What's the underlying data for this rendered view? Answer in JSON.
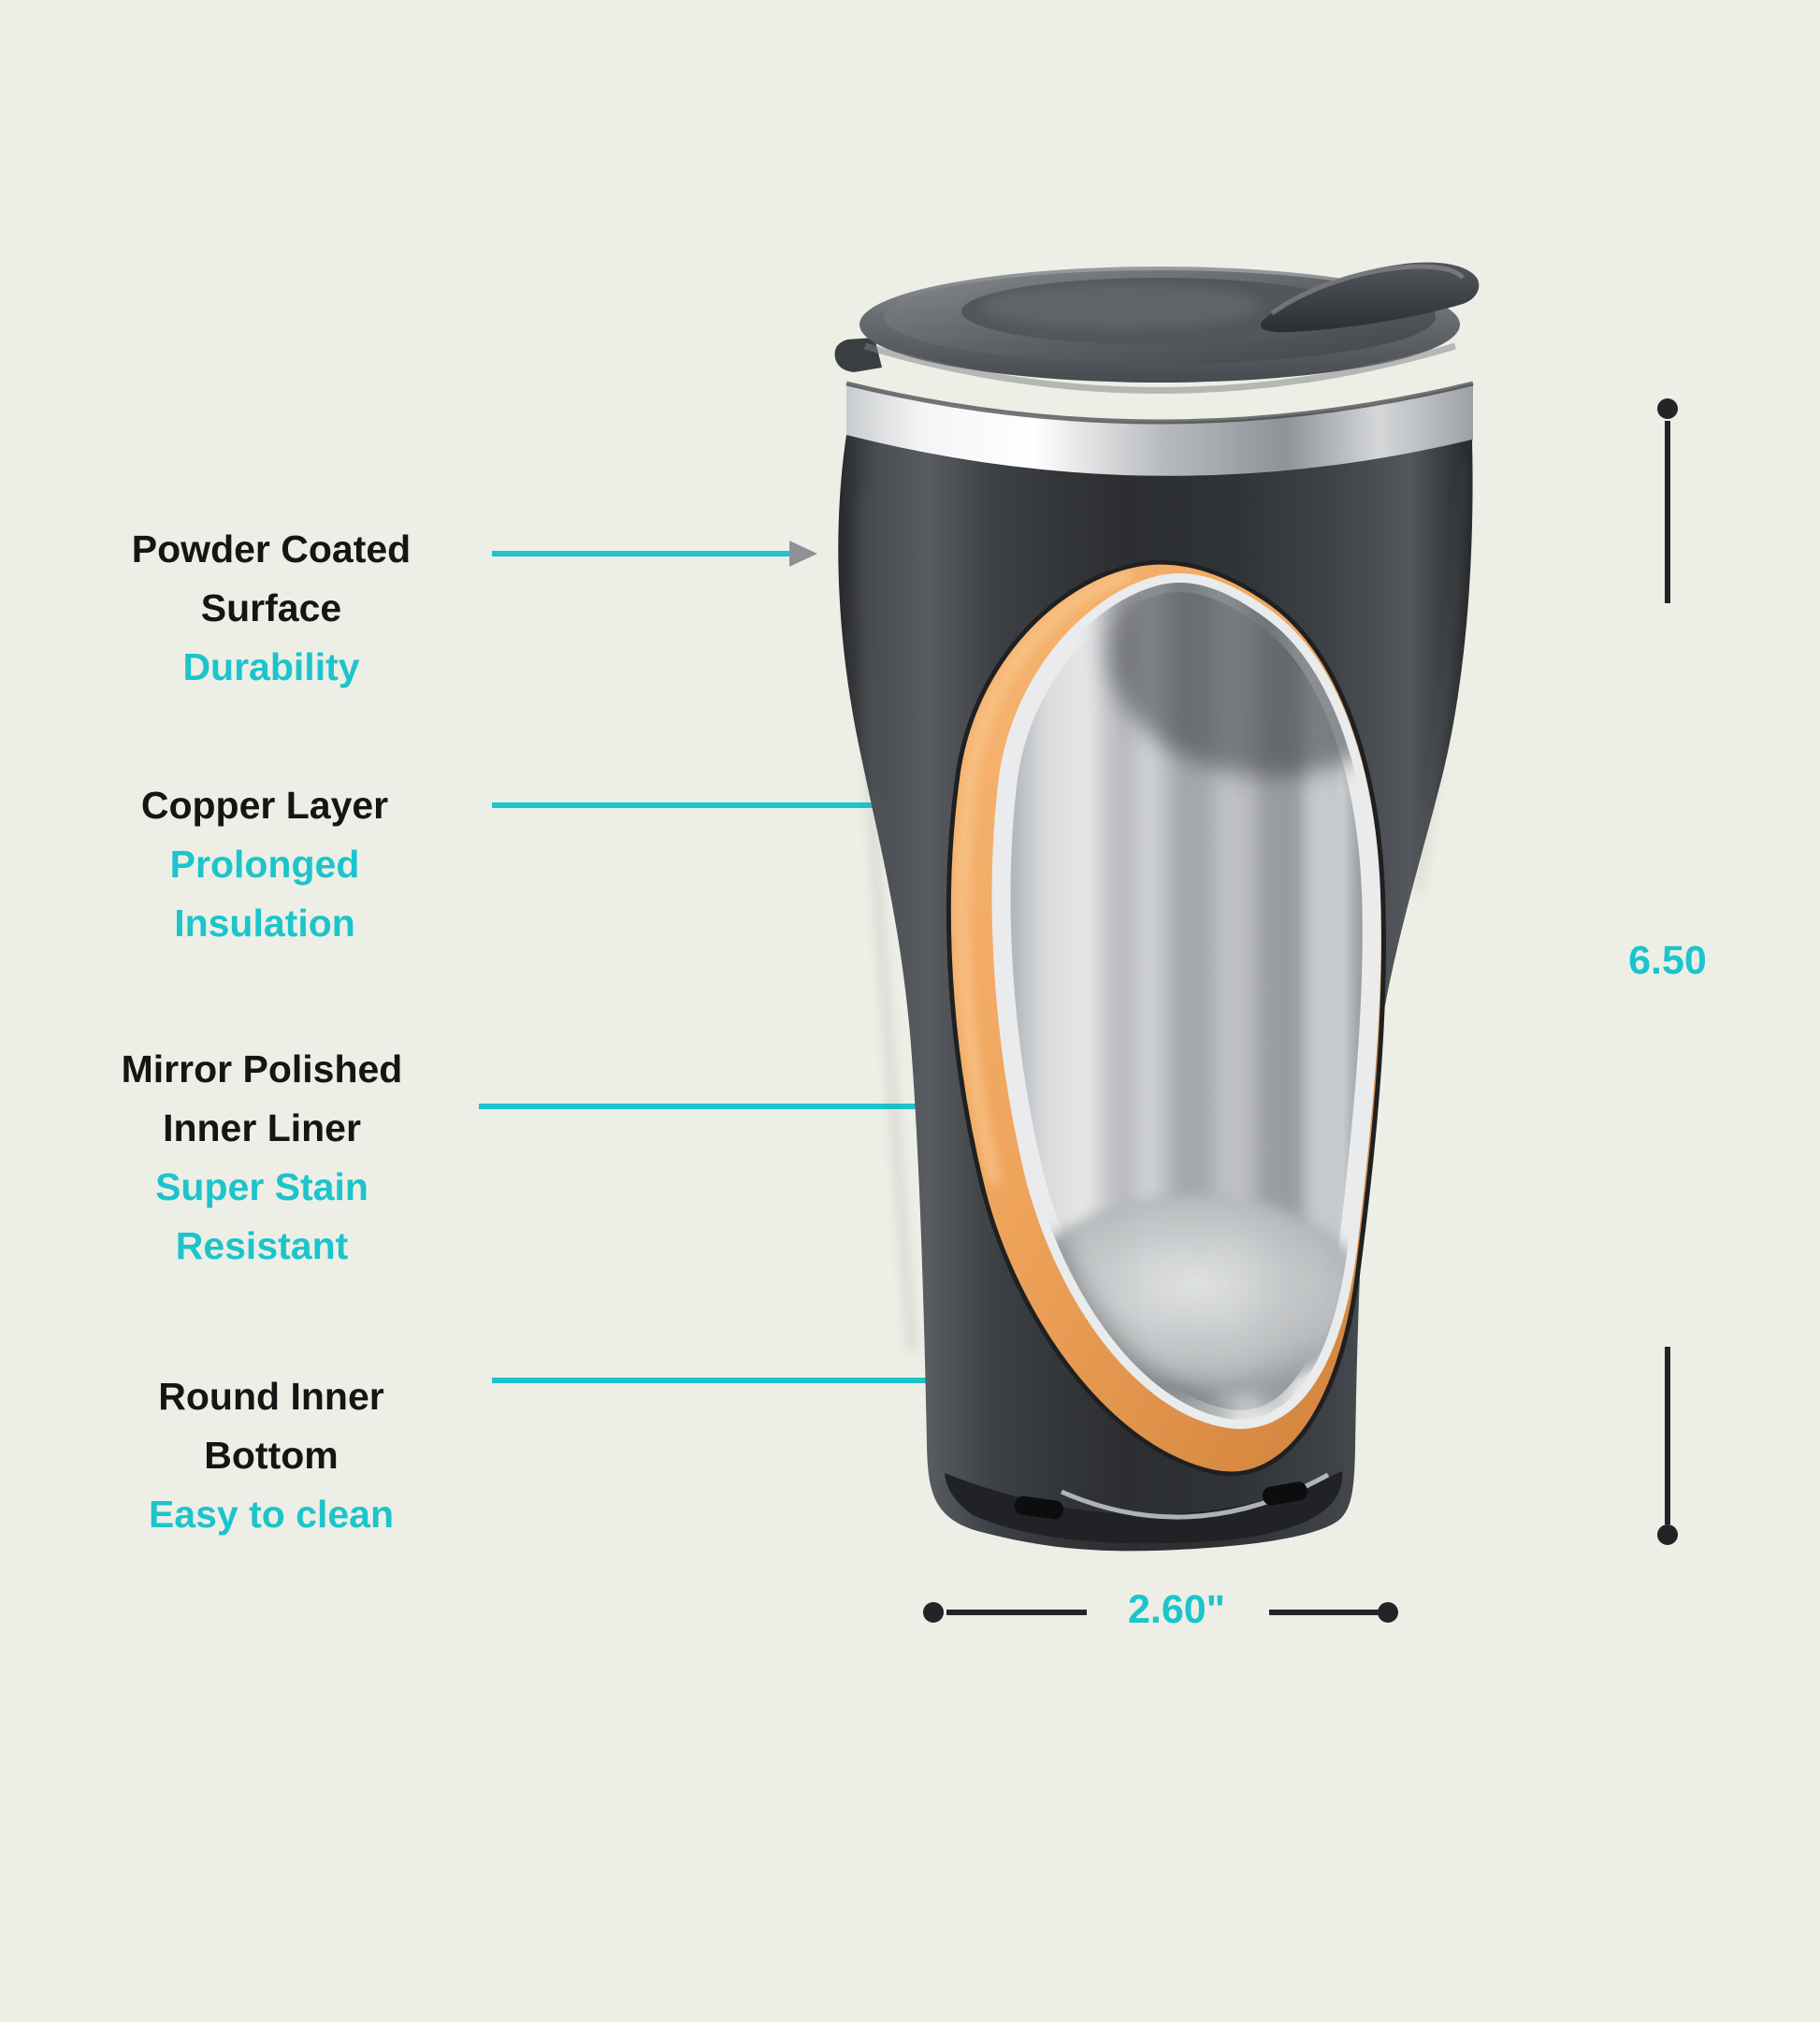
{
  "colors": {
    "background": "#edefe6",
    "accent": "#1cc4cb",
    "text": "#151515",
    "copper": "#efa45c",
    "body_shell": "#33363a",
    "steel": "#d6d8da",
    "arrow_head": "#8f9294"
  },
  "callouts": [
    {
      "id": "powder-coated-surface",
      "title_lines": [
        "Powder Coated",
        "Surface"
      ],
      "sub_lines": [
        "Durability"
      ]
    },
    {
      "id": "copper-layer",
      "title_lines": [
        "Copper Layer"
      ],
      "sub_lines": [
        "Prolonged",
        "Insulation"
      ]
    },
    {
      "id": "mirror-polished-inner-liner",
      "title_lines": [
        "Mirror Polished",
        "Inner Liner"
      ],
      "sub_lines": [
        "Super Stain",
        "Resistant"
      ]
    },
    {
      "id": "round-inner-bottom",
      "title_lines": [
        "Round Inner",
        "Bottom"
      ],
      "sub_lines": [
        "Easy to clean"
      ]
    }
  ],
  "dimensions": {
    "height": "6.50",
    "width": "2.60\""
  },
  "icons": {
    "arrow": "callout-arrow",
    "dimension_dot": "dimension-endpoint-dot"
  }
}
